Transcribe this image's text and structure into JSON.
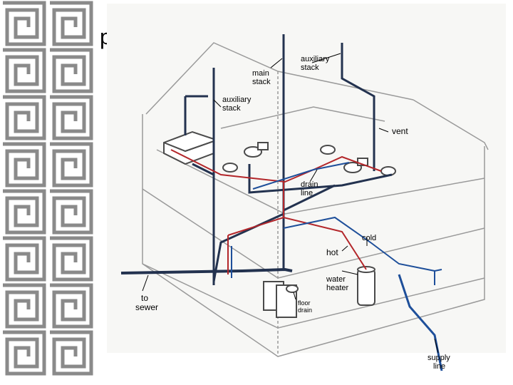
{
  "slide": {
    "title": "plumbing"
  },
  "colors": {
    "border_key": "#8a8a8a",
    "pipe_dark": "#23324f",
    "pipe_red": "#b3262a",
    "pipe_blue": "#1e4f9a",
    "outline": "#4a4a4a",
    "building": "#9a9a9a"
  },
  "diagram": {
    "labels": {
      "main_stack": [
        "main",
        "stack"
      ],
      "aux_stack_top": [
        "auxiliary",
        "stack"
      ],
      "aux_stack_left": [
        "auxiliary",
        "stack"
      ],
      "vent": "vent",
      "drain_line": [
        "drain",
        "line"
      ],
      "cold": "cold",
      "hot": "hot",
      "water_heater": [
        "water",
        "heater"
      ],
      "to_sewer": [
        "to",
        "sewer"
      ],
      "floor_drain": [
        "floor",
        "drain"
      ],
      "supply_line": [
        "supply",
        "line"
      ]
    }
  }
}
